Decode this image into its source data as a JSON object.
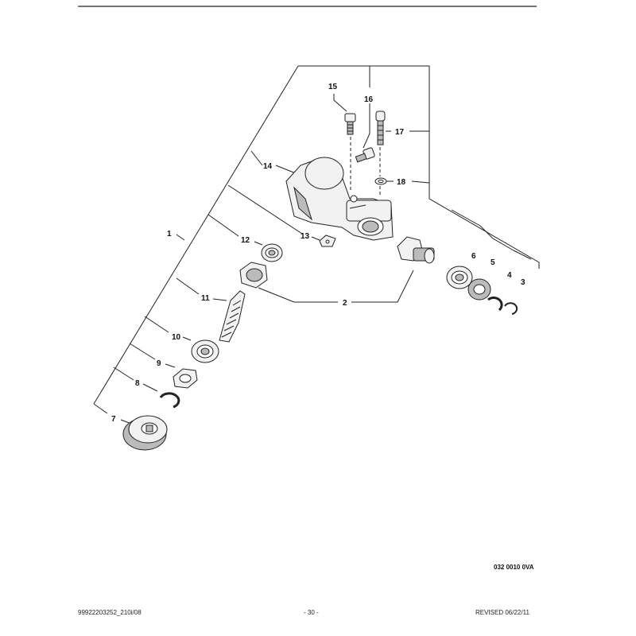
{
  "callouts": {
    "c1": "1",
    "c2": "2",
    "c3": "3",
    "c4": "4",
    "c5": "5",
    "c6": "6",
    "c7": "7",
    "c8": "8",
    "c9": "9",
    "c10": "10",
    "c11": "11",
    "c12": "12",
    "c13": "13",
    "c14": "14",
    "c15": "15",
    "c16": "16",
    "c17": "17",
    "c18": "18"
  },
  "drawing_code": "032 0010 0VA",
  "footer": {
    "left": "99922203252_210i/08",
    "center": "- 30 -",
    "right": "REVISED 06/22/11"
  }
}
